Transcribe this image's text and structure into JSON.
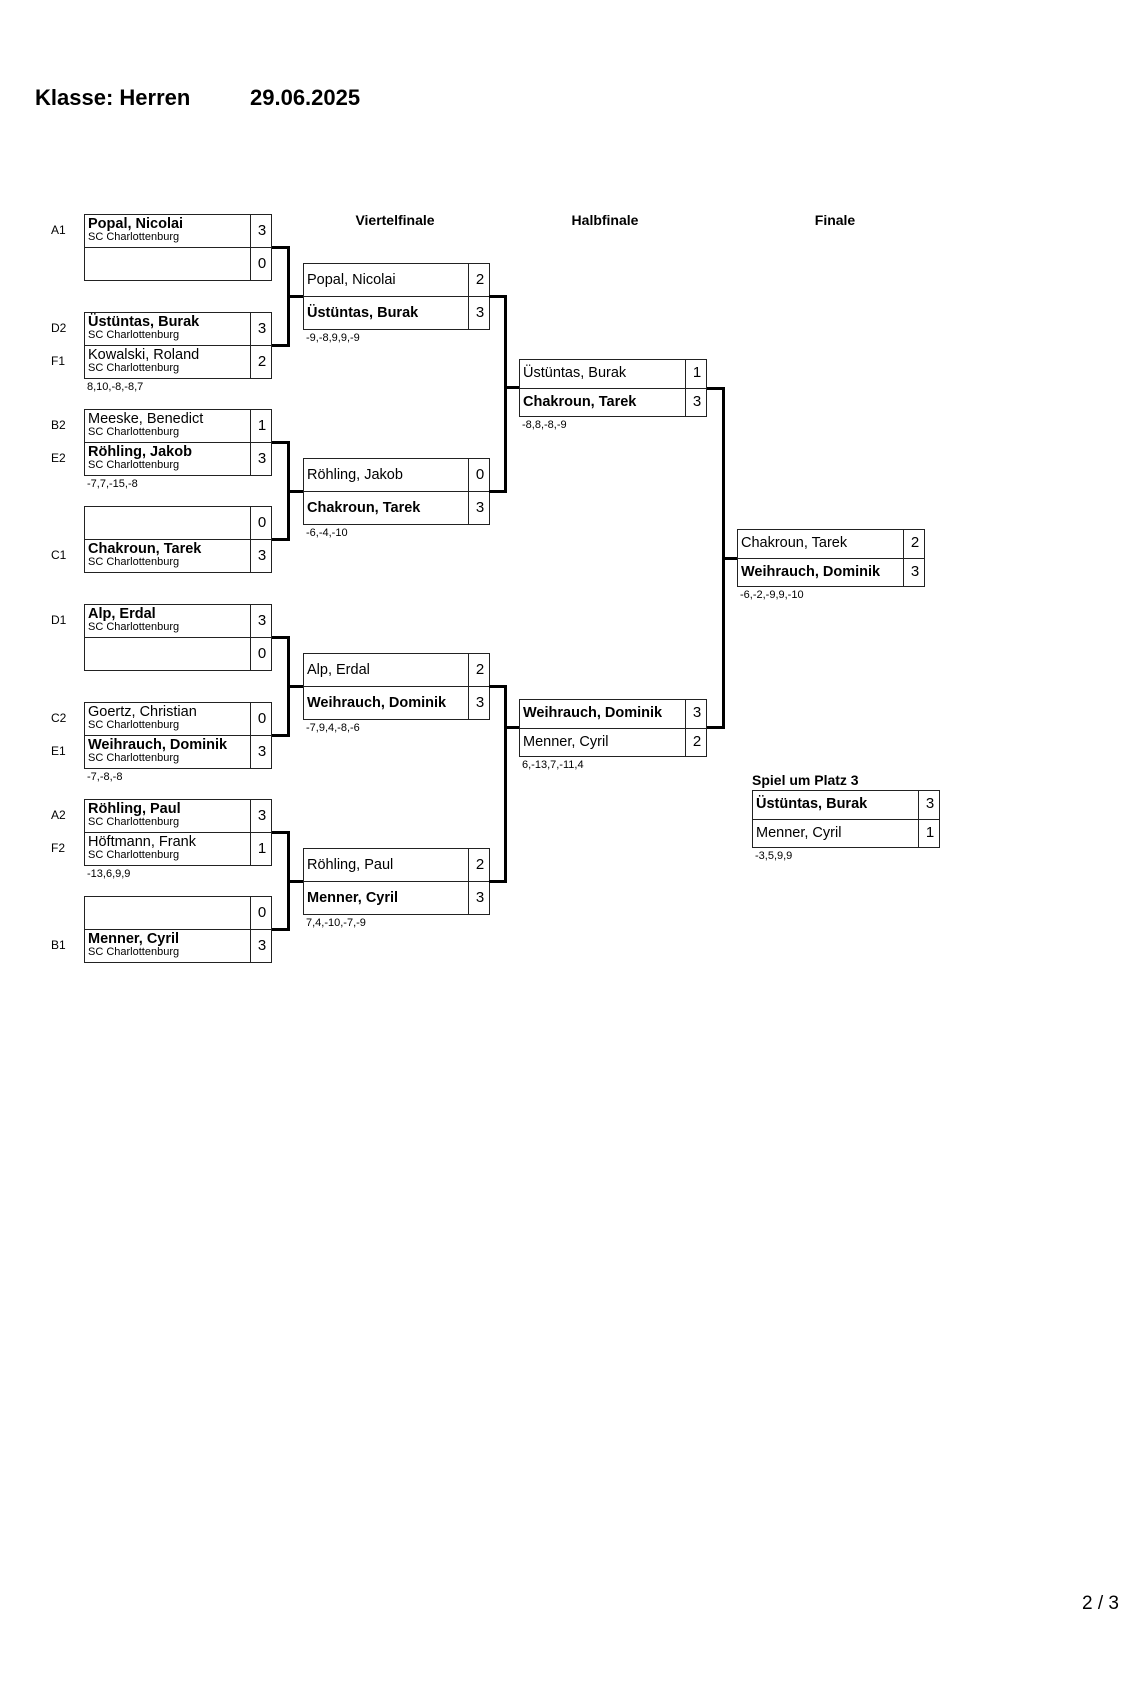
{
  "header": {
    "class_label": "Klasse: Herren",
    "date": "29.06.2025"
  },
  "rounds": {
    "quarterfinal": "Viertelfinale",
    "semifinal": "Halbfinale",
    "final": "Finale"
  },
  "round1": [
    {
      "players": [
        {
          "seed": "A1",
          "name": "Popal, Nicolai",
          "club": "SC Charlottenburg",
          "score": "3",
          "winner": true
        },
        {
          "score": "0"
        }
      ]
    },
    {
      "players": [
        {
          "seed": "D2",
          "name": "Üstüntas, Burak",
          "club": "SC Charlottenburg",
          "score": "3",
          "winner": true
        },
        {
          "seed": "F1",
          "name": "Kowalski, Roland",
          "club": "SC Charlottenburg",
          "score": "2"
        }
      ],
      "sets": "8,10,-8,-8,7"
    },
    {
      "players": [
        {
          "seed": "B2",
          "name": "Meeske, Benedict",
          "club": "SC Charlottenburg",
          "score": "1"
        },
        {
          "seed": "E2",
          "name": "Röhling, Jakob",
          "club": "SC Charlottenburg",
          "score": "3",
          "winner": true
        }
      ],
      "sets": "-7,7,-15,-8"
    },
    {
      "players": [
        {
          "score": "0"
        },
        {
          "seed": "C1",
          "name": "Chakroun, Tarek",
          "club": "SC Charlottenburg",
          "score": "3",
          "winner": true
        }
      ]
    },
    {
      "players": [
        {
          "seed": "D1",
          "name": "Alp, Erdal",
          "club": "SC Charlottenburg",
          "score": "3",
          "winner": true
        },
        {
          "score": "0"
        }
      ]
    },
    {
      "players": [
        {
          "seed": "C2",
          "name": "Goertz, Christian",
          "club": "SC Charlottenburg",
          "score": "0"
        },
        {
          "seed": "E1",
          "name": "Weihrauch, Dominik",
          "club": "SC Charlottenburg",
          "score": "3",
          "winner": true
        }
      ],
      "sets": "-7,-8,-8"
    },
    {
      "players": [
        {
          "seed": "A2",
          "name": "Röhling, Paul",
          "club": "SC Charlottenburg",
          "score": "3",
          "winner": true
        },
        {
          "seed": "F2",
          "name": "Höftmann, Frank",
          "club": "SC Charlottenburg",
          "score": "1"
        }
      ],
      "sets": "-13,6,9,9"
    },
    {
      "players": [
        {
          "score": "0"
        },
        {
          "seed": "B1",
          "name": "Menner, Cyril",
          "club": "SC Charlottenburg",
          "score": "3",
          "winner": true
        }
      ]
    }
  ],
  "quarterfinals": [
    {
      "players": [
        {
          "name": "Popal, Nicolai",
          "score": "2"
        },
        {
          "name": "Üstüntas, Burak",
          "score": "3",
          "winner": true
        }
      ],
      "sets": "-9,-8,9,9,-9"
    },
    {
      "players": [
        {
          "name": "Röhling, Jakob",
          "score": "0"
        },
        {
          "name": "Chakroun, Tarek",
          "score": "3",
          "winner": true
        }
      ],
      "sets": "-6,-4,-10"
    },
    {
      "players": [
        {
          "name": "Alp, Erdal",
          "score": "2"
        },
        {
          "name": "Weihrauch, Dominik",
          "score": "3",
          "winner": true
        }
      ],
      "sets": "-7,9,4,-8,-6"
    },
    {
      "players": [
        {
          "name": "Röhling, Paul",
          "score": "2"
        },
        {
          "name": "Menner, Cyril",
          "score": "3",
          "winner": true
        }
      ],
      "sets": "7,4,-10,-7,-9"
    }
  ],
  "semifinals": [
    {
      "players": [
        {
          "name": "Üstüntas, Burak",
          "score": "1"
        },
        {
          "name": "Chakroun, Tarek",
          "score": "3",
          "winner": true
        }
      ],
      "sets": "-8,8,-8,-9"
    },
    {
      "players": [
        {
          "name": "Weihrauch, Dominik",
          "score": "3",
          "winner": true
        },
        {
          "name": "Menner, Cyril",
          "score": "2"
        }
      ],
      "sets": "6,-13,7,-11,4"
    }
  ],
  "final": {
    "players": [
      {
        "name": "Chakroun, Tarek",
        "score": "2"
      },
      {
        "name": "Weihrauch, Dominik",
        "score": "3",
        "winner": true
      }
    ],
    "sets": "-6,-2,-9,9,-10"
  },
  "third_place": {
    "title": "Spiel um Platz 3",
    "players": [
      {
        "name": "Üstüntas, Burak",
        "score": "3",
        "winner": true
      },
      {
        "name": "Menner, Cyril",
        "score": "1"
      }
    ],
    "sets": "-3,5,9,9"
  },
  "page_number": "2 / 3"
}
